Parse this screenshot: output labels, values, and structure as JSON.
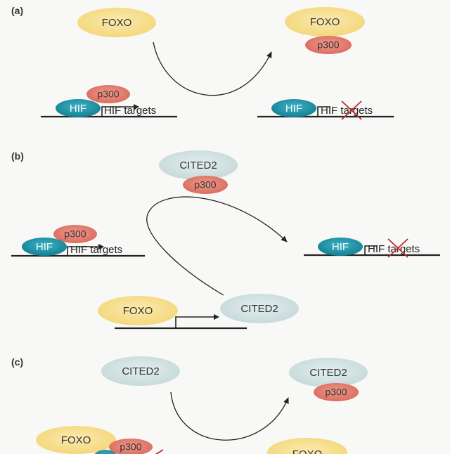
{
  "panels": {
    "a": {
      "label": "(a)"
    },
    "b": {
      "label": "(b)"
    },
    "c": {
      "label": "(c)"
    }
  },
  "labels": {
    "foxo": "FOXO",
    "p300": "p300",
    "hif": "HIF",
    "hif_targets": "HIF targets",
    "cited2": "CITED2"
  },
  "colors": {
    "foxo_fill": "#f6dd8c",
    "p300_fill": "#e27c6e",
    "hif_fill": "#1d8fa3",
    "cited2_fill": "#d2e2e2",
    "repress_mark": "#c0282d",
    "line": "#222222"
  }
}
